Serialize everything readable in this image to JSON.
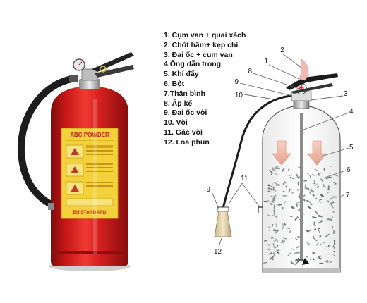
{
  "legend": [
    "1. Cụm van + quai xách",
    "2. Chốt hãm+ kẹp chì",
    "3. Đai ốc + cụm van",
    "4.Ống dẫn trong",
    "5. Khí đẩy",
    "6. Bột",
    "7.Thân bình",
    "8. Áp kế",
    "9. Đai ốc vòi",
    "10. Vòi",
    "11. Gác vòi",
    "12. Loa phun"
  ],
  "callouts": {
    "n1": "1",
    "n2": "2",
    "n3": "3",
    "n4": "4",
    "n5": "5",
    "n6": "6",
    "n7": "7",
    "n8": "8",
    "n9": "9",
    "n10": "10",
    "n11": "11",
    "n9b": "9",
    "n12": "12"
  },
  "label": {
    "brand": "ABC POWDER",
    "standard": "EU STANDARD"
  },
  "colors": {
    "cylinder_red": "#d31e1e",
    "hose_black": "#1c1c1c",
    "label_yellow": "#f3d13a",
    "nozzle_tan": "#ead9b4"
  }
}
